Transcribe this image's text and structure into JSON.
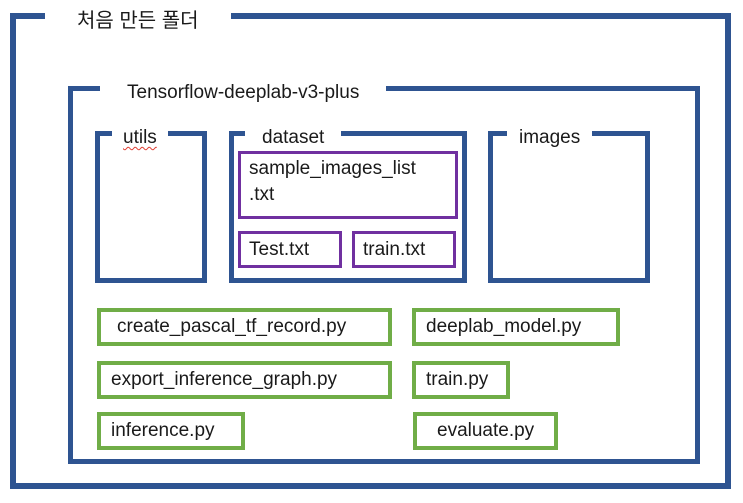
{
  "colors": {
    "frame_blue": "#2e5491",
    "file_purple": "#7030a0",
    "script_green": "#70ad47",
    "text_color": "#1a1a1a",
    "squiggle_red": "#e03c31"
  },
  "root": {
    "label": "처음 만든 폴더"
  },
  "project": {
    "label": "Tensorflow-deeplab-v3-plus"
  },
  "folders": {
    "utils": {
      "label": "utils"
    },
    "dataset": {
      "label": "dataset",
      "files": [
        {
          "name": "sample_images_list\n.txt"
        },
        {
          "name": "Test.txt"
        },
        {
          "name": "train.txt"
        }
      ]
    },
    "images": {
      "label": "images"
    }
  },
  "scripts": [
    {
      "name": "create_pascal_tf_record.py"
    },
    {
      "name": "deeplab_model.py"
    },
    {
      "name": "export_inference_graph.py"
    },
    {
      "name": "train.py"
    },
    {
      "name": "inference.py"
    },
    {
      "name": "evaluate.py"
    }
  ]
}
